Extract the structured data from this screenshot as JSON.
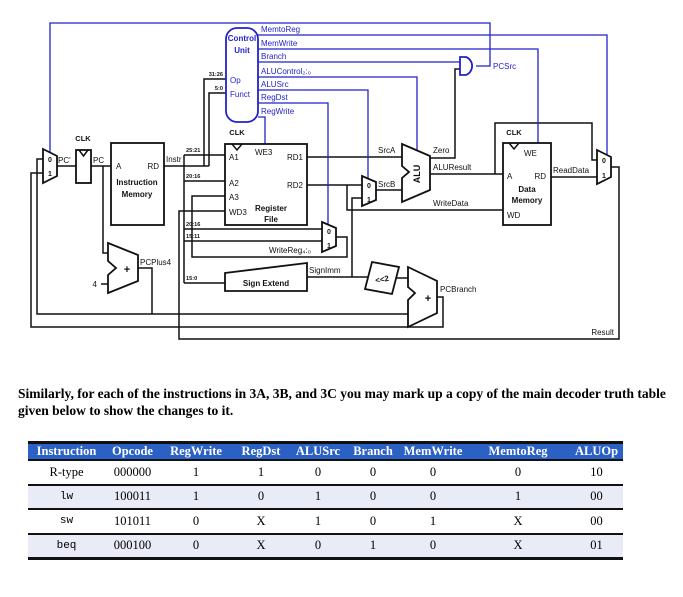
{
  "diagram": {
    "labels": {
      "clk": "CLK",
      "pc_prime": "PC'",
      "pc": "PC",
      "instr": "Instr",
      "sel0": "0",
      "sel1": "1",
      "a": "A",
      "rd": "RD",
      "instruction": "Instruction",
      "memory": "Memory",
      "plus": "+",
      "four": "4",
      "pcplus4": "PCPlus4",
      "control": "Control",
      "unit": "Unit",
      "op": "Op",
      "funct": "Funct",
      "b31_26": "31:26",
      "b5_0": "5:0",
      "b25_21": "25:21",
      "b20_16": "20:16",
      "b15_11": "15:11",
      "b15_0": "15:0",
      "memtoreg": "MemtoReg",
      "memwrite": "MemWrite",
      "branch": "Branch",
      "alucontrol": "ALUControl₂:₀",
      "alusrc": "ALUSrc",
      "regdst": "RegDst",
      "regwrite": "RegWrite",
      "pcsrc": "PCSrc",
      "we3": "WE3",
      "a1": "A1",
      "a2": "A2",
      "a3": "A3",
      "wd3": "WD3",
      "rd1": "RD1",
      "rd2": "RD2",
      "register": "Register",
      "file": "File",
      "writereg": "WriteReg₄:₀",
      "sign_extend": "Sign Extend",
      "signimm": "SignImm",
      "shift2": "<<2",
      "srca": "SrcA",
      "srcb": "SrcB",
      "alu": "ALU",
      "zero": "Zero",
      "aluresult": "ALUResult",
      "writedata": "WriteData",
      "we": "WE",
      "data": "Data",
      "wd": "WD",
      "readdata": "ReadData",
      "pcbranch": "PCBranch",
      "result": "Result"
    }
  },
  "paragraph": {
    "text": "Similarly, for each of the instructions in 3A, 3B, and 3C you may mark up a copy of the main decoder truth table given below to show the changes to it."
  },
  "table": {
    "headers": [
      "Instruction",
      "Opcode",
      "RegWrite",
      "RegDst",
      "ALUSrc",
      "Branch",
      "MemWrite",
      "MemtoReg",
      "ALUOp"
    ],
    "rows": [
      {
        "instruction": "R-type",
        "values": [
          "000000",
          "1",
          "1",
          "0",
          "0",
          "0",
          "0",
          "10"
        ]
      },
      {
        "instruction": "lw",
        "values": [
          "100011",
          "1",
          "0",
          "1",
          "0",
          "0",
          "1",
          "00"
        ]
      },
      {
        "instruction": "sw",
        "values": [
          "101011",
          "0",
          "X",
          "1",
          "0",
          "1",
          "X",
          "00"
        ]
      },
      {
        "instruction": "beq",
        "values": [
          "000100",
          "0",
          "X",
          "0",
          "1",
          "0",
          "X",
          "01"
        ]
      }
    ]
  },
  "colors": {
    "control_blue": "#2222cc",
    "header_blue": "#2b61c4",
    "row_alt": "#e9ecf7"
  }
}
